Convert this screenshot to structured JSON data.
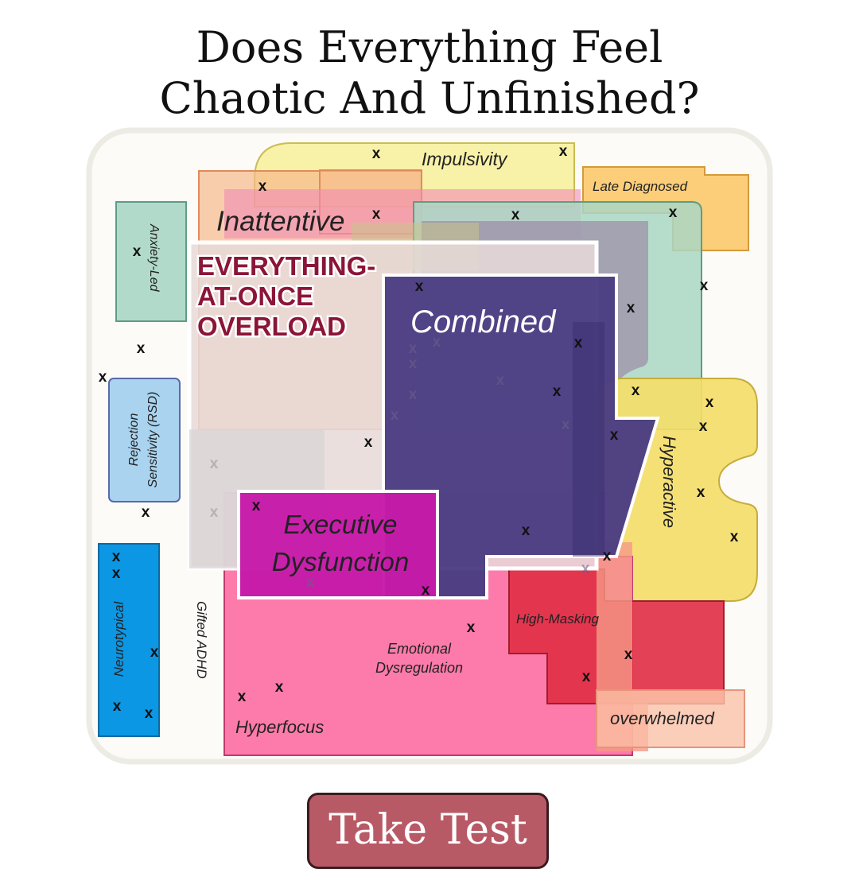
{
  "title": {
    "line1": "Does Everything Feel",
    "line2": "Chaotic And Unfinished?"
  },
  "button": {
    "label": "Take Test"
  },
  "regions": {
    "impulsivity": "Impulsivity",
    "late_diagnosed": "Late Diagnosed",
    "inattentive": "Inattentive",
    "anxiety_led": "Anxiety-Led",
    "overload_line1": "EVERYTHING-",
    "overload_line2": "AT-ONCE",
    "overload_line3": "OVERLOAD",
    "combined": "Combined",
    "rsd_line1": "Rejection",
    "rsd_line2": "Sensitivity (RSD)",
    "hyperactive": "Hyperactive",
    "executive_line1": "Executive",
    "executive_line2": "Dysfunction",
    "high_masking": "High-Masking",
    "emotional_line1": "Emotional",
    "emotional_line2": "Dysregulation",
    "neurotypical": "Neurotypical",
    "gifted_adhd": "Gifted ADHD",
    "hyperfocus": "Hyperfocus",
    "overwhelmed": "overwhelmed"
  },
  "mark_symbol": "x",
  "colors": {
    "impulsivity": "#f7ef9a",
    "late_diagnosed": "#fcc96a",
    "inattentive": "#f6b98c",
    "anxiety_led": "#a9d6c4",
    "combined": "#4a3c82",
    "rsd": "#a9d3ef",
    "hyperactive": "#f4dd6a",
    "executive": "#c61aa9",
    "high_masking": "#e02d44",
    "emotional": "#fd74a5",
    "neurotypical": "#0b97e4",
    "overwhelmed": "#fbbfa6",
    "overload_text": "#8b1538",
    "button": "#b85a66"
  }
}
